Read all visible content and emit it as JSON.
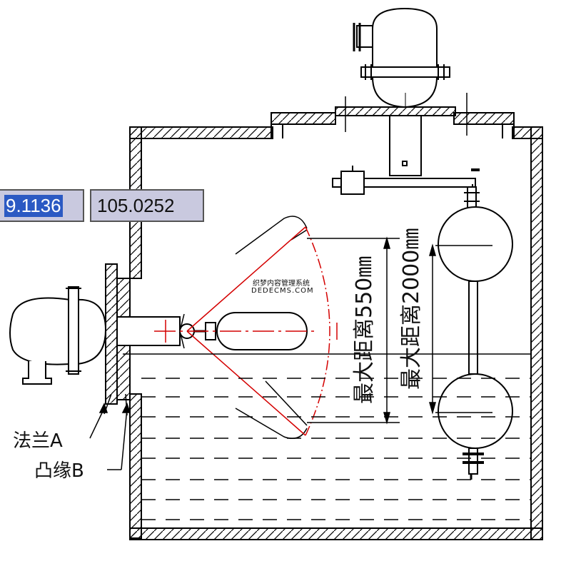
{
  "coordinate_fields": {
    "x_value": "9.1136",
    "y_value": "105.0252"
  },
  "labels": {
    "flange_a": "法兰A",
    "boss_b": "凸缘B",
    "max_distance_550": "最大距离550㎜",
    "max_distance_2000": "最大距离2000㎜"
  },
  "watermark": {
    "line1": "织梦内容管理系统",
    "line2": "DEDECMS.COM"
  },
  "colors": {
    "drawing": "#000000",
    "swing_arc": "#d40000",
    "coord_field_bg": "#c9c9df",
    "selection": "#2b59c3"
  }
}
